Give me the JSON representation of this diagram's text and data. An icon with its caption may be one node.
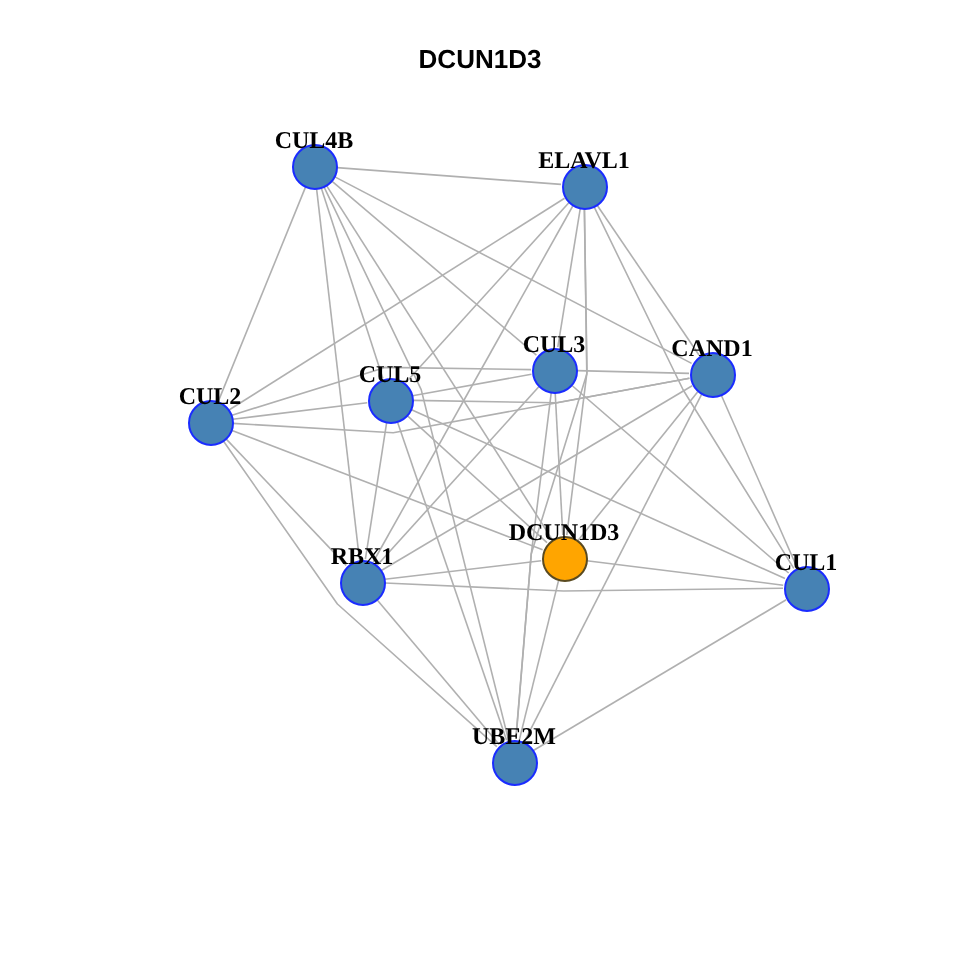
{
  "diagram": {
    "title": "DCUN1D3",
    "nodes": [
      {
        "text": [
          "CUL4B"
        ]
      },
      {
        "text": [
          "ELAVL1"
        ]
      },
      {
        "text": [
          "CUL3"
        ]
      },
      {
        "text": [
          "CAND1"
        ]
      },
      {
        "text": [
          "CUL2"
        ]
      },
      {
        "text": [
          "CUL5"
        ]
      },
      {
        "text": [
          "DCUN1D3"
        ]
      },
      {
        "text": [
          "RBX1"
        ]
      },
      {
        "text": [
          "CUL1"
        ]
      },
      {
        "text": [
          "UBE2M"
        ]
      }
    ],
    "edges": [
      {
        "from": 0,
        "to": 1,
        "arrow": "none"
      },
      {
        "from": 0,
        "to": 4,
        "arrow": "none"
      },
      {
        "from": 0,
        "to": 7,
        "arrow": "none"
      },
      {
        "from": 0,
        "to": 5,
        "arrow": "none"
      },
      {
        "from": 0,
        "to": 9,
        "arrow": "none"
      },
      {
        "from": 0,
        "to": 6,
        "arrow": "none"
      },
      {
        "from": 0,
        "to": 2,
        "arrow": "none"
      },
      {
        "from": 0,
        "to": 3,
        "arrow": "none"
      },
      {
        "from": 1,
        "to": 4,
        "arrow": "none"
      },
      {
        "from": 1,
        "to": 5,
        "arrow": "none"
      },
      {
        "from": 1,
        "to": 7,
        "arrow": "none"
      },
      {
        "from": 1,
        "to": 2,
        "arrow": "none"
      },
      {
        "from": 1,
        "to": 6,
        "arrow": "none"
      },
      {
        "from": 1,
        "to": 9,
        "arrow": "none"
      },
      {
        "from": 1,
        "to": 3,
        "arrow": "none"
      },
      {
        "from": 1,
        "to": 8,
        "arrow": "none"
      },
      {
        "from": 2,
        "to": 4,
        "arrow": "none"
      },
      {
        "from": 2,
        "to": 5,
        "arrow": "none"
      },
      {
        "from": 2,
        "to": 3,
        "arrow": "none"
      },
      {
        "from": 2,
        "to": 7,
        "arrow": "none"
      },
      {
        "from": 2,
        "to": 6,
        "arrow": "none"
      },
      {
        "from": 2,
        "to": 9,
        "arrow": "none"
      },
      {
        "from": 2,
        "to": 8,
        "arrow": "none"
      },
      {
        "from": 3,
        "to": 4,
        "arrow": "none"
      },
      {
        "from": 3,
        "to": 5,
        "arrow": "none"
      },
      {
        "from": 3,
        "to": 7,
        "arrow": "none"
      },
      {
        "from": 3,
        "to": 6,
        "arrow": "none"
      },
      {
        "from": 3,
        "to": 9,
        "arrow": "none"
      },
      {
        "from": 3,
        "to": 8,
        "arrow": "none"
      },
      {
        "from": 4,
        "to": 5,
        "arrow": "none"
      },
      {
        "from": 4,
        "to": 6,
        "arrow": "none"
      },
      {
        "from": 4,
        "to": 7,
        "arrow": "none"
      },
      {
        "from": 4,
        "to": 9,
        "arrow": "none"
      },
      {
        "from": 5,
        "to": 7,
        "arrow": "none"
      },
      {
        "from": 5,
        "to": 9,
        "arrow": "none"
      },
      {
        "from": 5,
        "to": 6,
        "arrow": "none"
      },
      {
        "from": 5,
        "to": 8,
        "arrow": "none"
      },
      {
        "from": 6,
        "to": 7,
        "arrow": "none"
      },
      {
        "from": 6,
        "to": 8,
        "arrow": "none"
      },
      {
        "from": 6,
        "to": 9,
        "arrow": "none"
      },
      {
        "from": 7,
        "to": 8,
        "arrow": "none"
      },
      {
        "from": 7,
        "to": 9,
        "arrow": "none"
      },
      {
        "from": 8,
        "to": 9,
        "arrow": "none"
      }
    ]
  }
}
